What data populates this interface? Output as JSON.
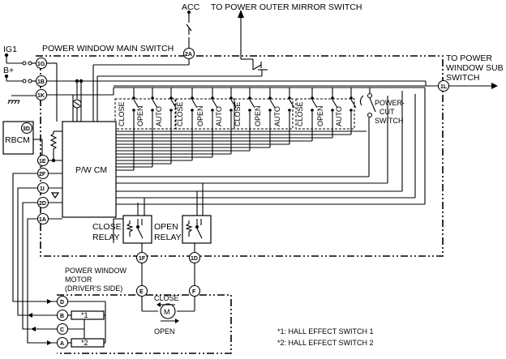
{
  "labels": {
    "acc": "ACC",
    "mirror": "TO POWER OUTER MIRROR SWITCH",
    "main_switch": "POWER WINDOW MAIN SWITCH",
    "sub_switch_1": "TO POWER",
    "sub_switch_2": "WINDOW SUB",
    "sub_switch_3": "SWITCH",
    "ig1": "IG1",
    "bplus": "B+",
    "rbcm": "RBCM",
    "pwcm": "P/W CM",
    "close_relay_1": "CLOSE",
    "close_relay_2": "RELAY",
    "open_relay_1": "OPEN",
    "open_relay_2": "RELAY",
    "power_cut_1": "POWER-",
    "power_cut_2": "CUT",
    "power_cut_3": "SWITCH",
    "motor_1": "POWER WINDOW",
    "motor_2": "MOTOR",
    "motor_3": "(DRIVER'S SIDE)",
    "motor_close": "CLOSE",
    "motor_open": "OPEN",
    "motor_symbol": "M",
    "hall1_tag": "*1",
    "hall2_tag": "*2",
    "note1": "*1: HALL EFFECT SWITCH 1",
    "note2": "*2: HALL EFFECT SWITCH 2"
  },
  "switch_labels": [
    "CLOSE",
    "OPEN",
    "AUTO",
    "CLOSE",
    "OPEN",
    "AUTO",
    "CLOSE",
    "OPEN",
    "AUTO",
    "CLOSE",
    "OPEN",
    "AUTO"
  ],
  "connectors": {
    "c2A": "2A",
    "c1G": "1G",
    "c1B": "1B",
    "c1K": "1K",
    "c3D": "3D",
    "c1E": "1E",
    "c2F": "2F",
    "c1I": "1I",
    "c2D": "2D",
    "c1A": "1A",
    "c1L": "1L",
    "c1F": "1F",
    "c1D": "1D",
    "cE": "E",
    "cF": "F",
    "cD": "D",
    "cB": "B",
    "cC": "C",
    "cA": "A"
  }
}
